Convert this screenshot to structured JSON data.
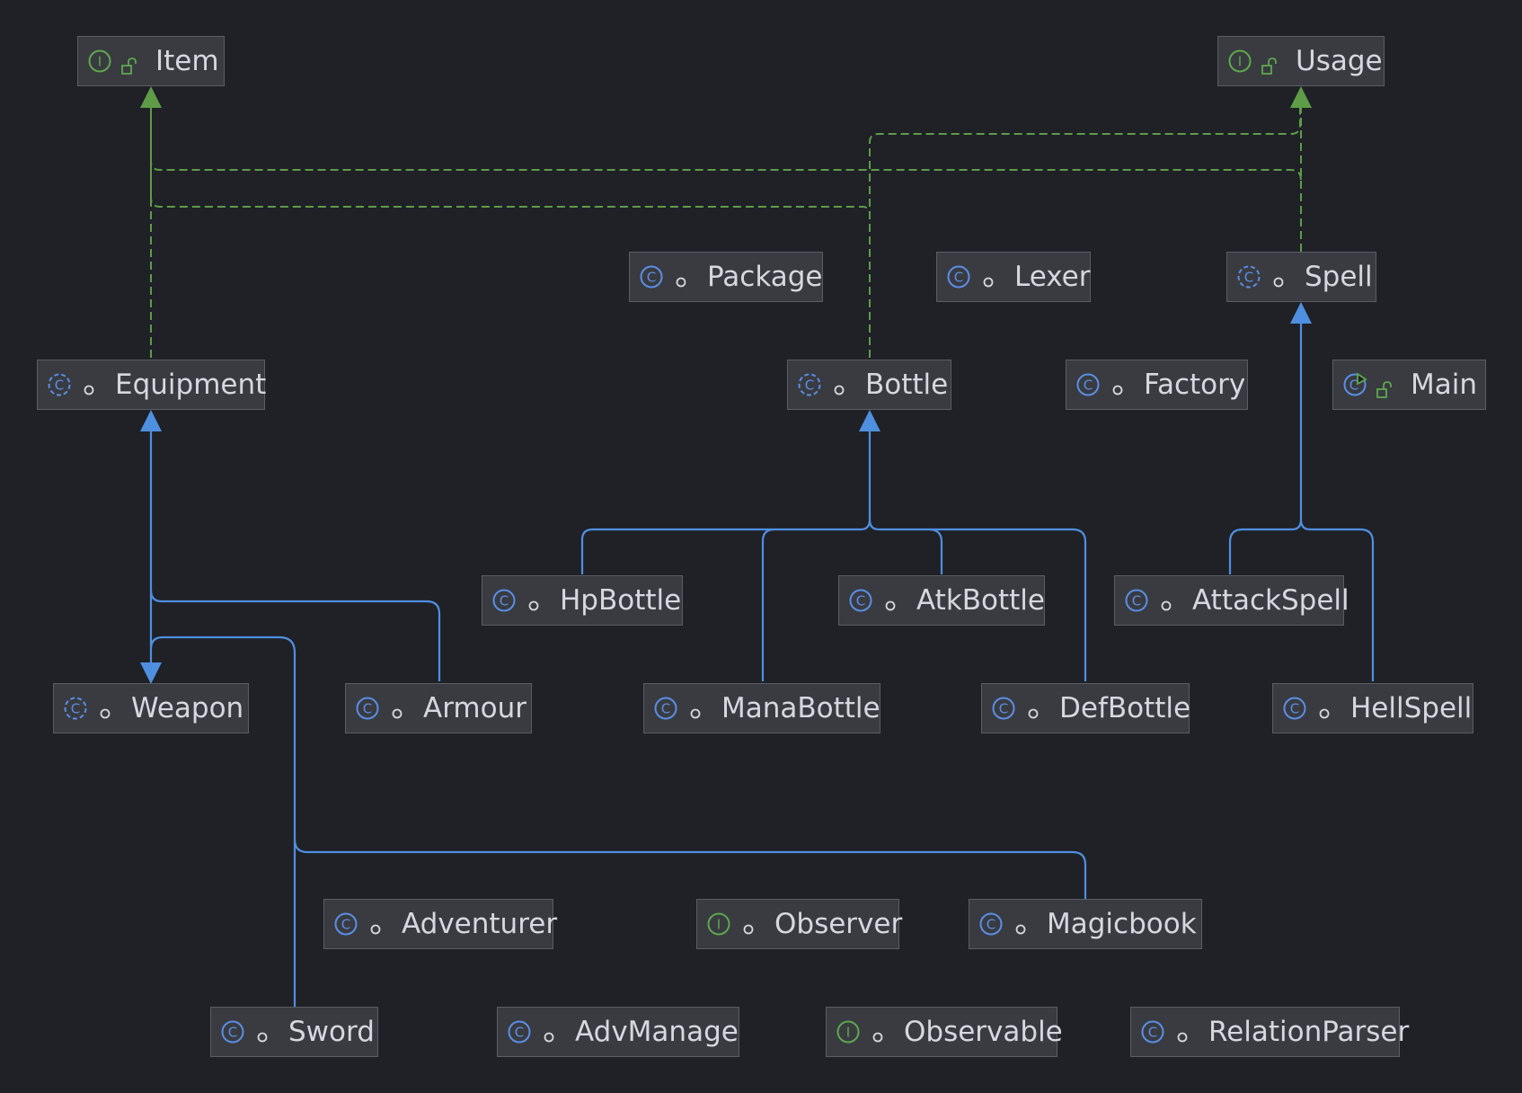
{
  "diagram": {
    "nodes": [
      {
        "id": "Item",
        "label": "Item",
        "kind": "interface",
        "vis": "public"
      },
      {
        "id": "Usage",
        "label": "Usage",
        "kind": "interface",
        "vis": "public"
      },
      {
        "id": "Package",
        "label": "Package",
        "kind": "class",
        "vis": "package"
      },
      {
        "id": "Lexer",
        "label": "Lexer",
        "kind": "class",
        "vis": "package"
      },
      {
        "id": "Spell",
        "label": "Spell",
        "kind": "abstract",
        "vis": "package"
      },
      {
        "id": "Equipment",
        "label": "Equipment",
        "kind": "abstract",
        "vis": "package"
      },
      {
        "id": "Bottle",
        "label": "Bottle",
        "kind": "abstract",
        "vis": "package"
      },
      {
        "id": "Factory",
        "label": "Factory",
        "kind": "class",
        "vis": "package"
      },
      {
        "id": "Main",
        "label": "Main",
        "kind": "main",
        "vis": "public"
      },
      {
        "id": "HpBottle",
        "label": "HpBottle",
        "kind": "class",
        "vis": "package"
      },
      {
        "id": "AtkBottle",
        "label": "AtkBottle",
        "kind": "class",
        "vis": "package"
      },
      {
        "id": "AttackSpell",
        "label": "AttackSpell",
        "kind": "class",
        "vis": "package"
      },
      {
        "id": "Weapon",
        "label": "Weapon",
        "kind": "abstract",
        "vis": "package"
      },
      {
        "id": "Armour",
        "label": "Armour",
        "kind": "class",
        "vis": "package"
      },
      {
        "id": "ManaBottle",
        "label": "ManaBottle",
        "kind": "class",
        "vis": "package"
      },
      {
        "id": "DefBottle",
        "label": "DefBottle",
        "kind": "class",
        "vis": "package"
      },
      {
        "id": "HellSpell",
        "label": "HellSpell",
        "kind": "class",
        "vis": "package"
      },
      {
        "id": "Adventurer",
        "label": "Adventurer",
        "kind": "class",
        "vis": "package"
      },
      {
        "id": "Observer",
        "label": "Observer",
        "kind": "interface",
        "vis": "package"
      },
      {
        "id": "Magicbook",
        "label": "Magicbook",
        "kind": "class",
        "vis": "package"
      },
      {
        "id": "Sword",
        "label": "Sword",
        "kind": "class",
        "vis": "package"
      },
      {
        "id": "AdvManage",
        "label": "AdvManage",
        "kind": "class",
        "vis": "package"
      },
      {
        "id": "Observable",
        "label": "Observable",
        "kind": "interface",
        "vis": "package"
      },
      {
        "id": "RelationParser",
        "label": "RelationParser",
        "kind": "class",
        "vis": "package"
      }
    ],
    "edges": [
      {
        "from": "Equipment",
        "to": "Item",
        "type": "realization"
      },
      {
        "from": "Bottle",
        "to": "Item",
        "type": "realization"
      },
      {
        "from": "Bottle",
        "to": "Usage",
        "type": "realization"
      },
      {
        "from": "Spell",
        "to": "Usage",
        "type": "realization"
      },
      {
        "from": "Spell",
        "to": "Item",
        "type": "realization"
      },
      {
        "from": "Weapon",
        "to": "Equipment",
        "type": "extends"
      },
      {
        "from": "Armour",
        "to": "Equipment",
        "type": "extends"
      },
      {
        "from": "Sword",
        "to": "Weapon",
        "type": "extends"
      },
      {
        "from": "Magicbook",
        "to": "Weapon",
        "type": "extends"
      },
      {
        "from": "HpBottle",
        "to": "Bottle",
        "type": "extends"
      },
      {
        "from": "ManaBottle",
        "to": "Bottle",
        "type": "extends"
      },
      {
        "from": "AtkBottle",
        "to": "Bottle",
        "type": "extends"
      },
      {
        "from": "DefBottle",
        "to": "Bottle",
        "type": "extends"
      },
      {
        "from": "AttackSpell",
        "to": "Spell",
        "type": "extends"
      },
      {
        "from": "HellSpell",
        "to": "Spell",
        "type": "extends"
      }
    ],
    "colors": {
      "background": "#1f2127",
      "node_fill": "#393b40",
      "node_border": "#5a5d63",
      "text": "#d5d8de",
      "extends_edge": "#4f8fe0",
      "realization_edge": "#5e9c48",
      "class_icon": "#5b8ee6",
      "interface_icon": "#5fa74f"
    }
  }
}
